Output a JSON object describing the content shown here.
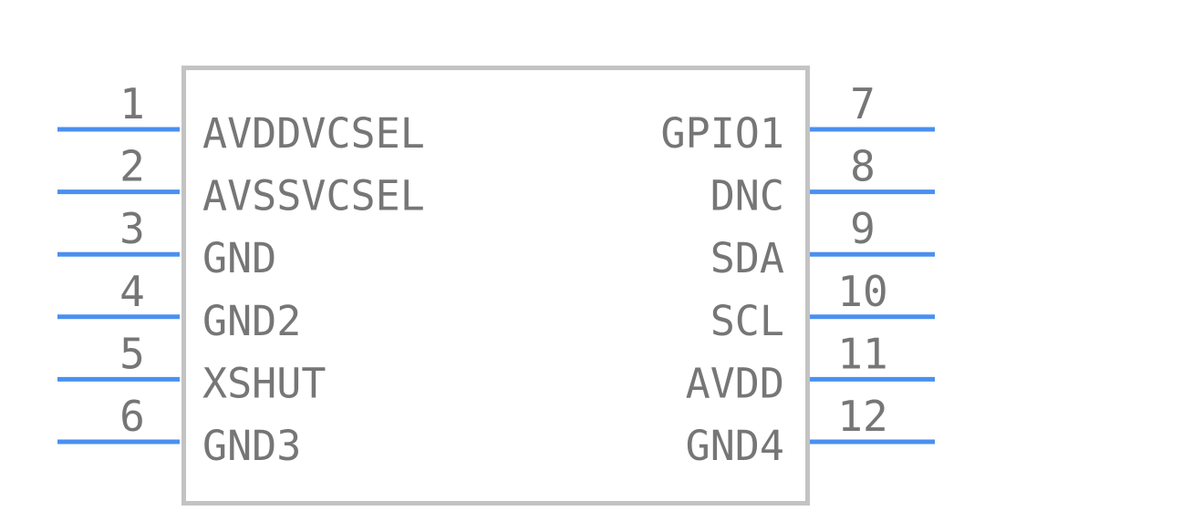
{
  "colors": {
    "pin": "#4a90f0",
    "body_outline": "#c3c3c3",
    "text": "#767676",
    "background": "#ffffff"
  },
  "left_pins": [
    {
      "number": "1",
      "name": "AVDDVCSEL"
    },
    {
      "number": "2",
      "name": "AVSSVCSEL"
    },
    {
      "number": "3",
      "name": "GND"
    },
    {
      "number": "4",
      "name": "GND2"
    },
    {
      "number": "5",
      "name": "XSHUT"
    },
    {
      "number": "6",
      "name": "GND3"
    }
  ],
  "right_pins": [
    {
      "number": "7",
      "name": "GPIO1"
    },
    {
      "number": "8",
      "name": "DNC"
    },
    {
      "number": "9",
      "name": "SDA"
    },
    {
      "number": "10",
      "name": "SCL"
    },
    {
      "number": "11",
      "name": "AVDD"
    },
    {
      "number": "12",
      "name": "GND4"
    }
  ]
}
